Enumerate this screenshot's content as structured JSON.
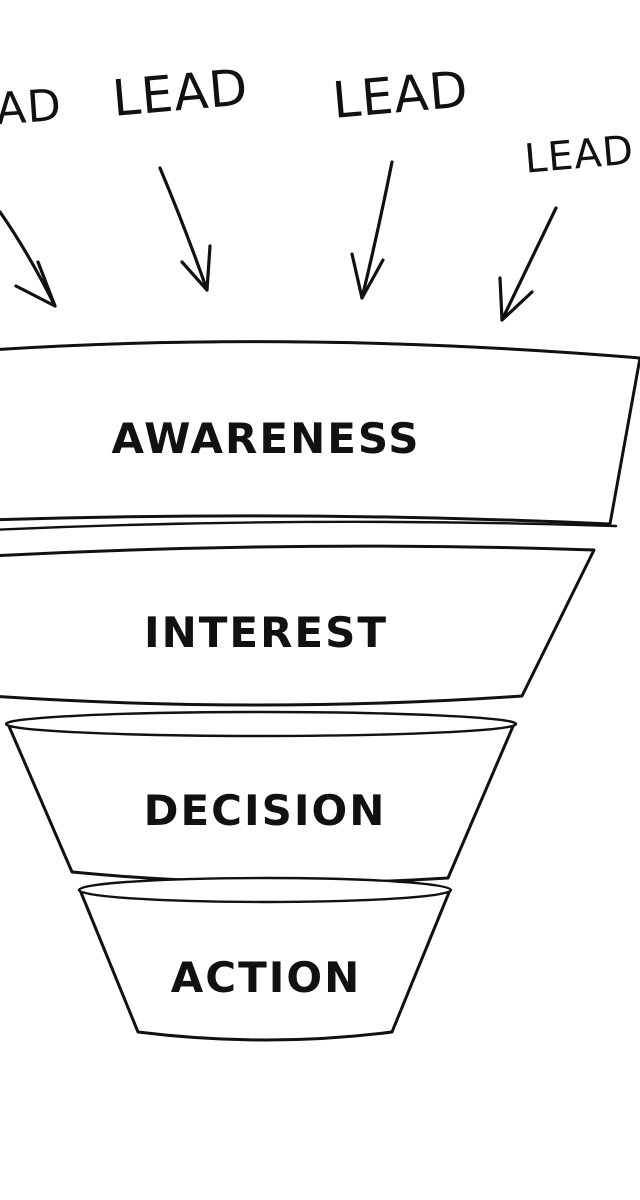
{
  "leads": [
    {
      "label": "AD"
    },
    {
      "label": "LEAD"
    },
    {
      "label": "LEAD"
    },
    {
      "label": "LEAD"
    }
  ],
  "funnel": {
    "stages": [
      {
        "label": "AWARENESS"
      },
      {
        "label": "INTEREST"
      },
      {
        "label": "DECISION"
      },
      {
        "label": "ACTION"
      }
    ]
  },
  "colors": {
    "ink": "#111111",
    "background": "#ffffff"
  }
}
